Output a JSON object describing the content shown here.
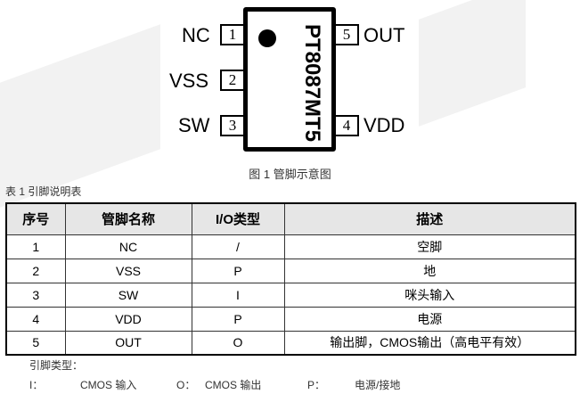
{
  "diagram": {
    "part_number": "PT8087MT5",
    "left_pins": [
      {
        "num": "1",
        "name": "NC"
      },
      {
        "num": "2",
        "name": "VSS"
      },
      {
        "num": "3",
        "name": "SW"
      }
    ],
    "right_pins": [
      {
        "num": "5",
        "name": "OUT"
      },
      {
        "num": "4",
        "name": "VDD"
      }
    ],
    "caption": "图 1 管脚示意图"
  },
  "table": {
    "caption": "表 1 引脚说明表",
    "headers": [
      "序号",
      "管脚名称",
      "I/O类型",
      "描述"
    ],
    "rows": [
      [
        "1",
        "NC",
        "/",
        "空脚"
      ],
      [
        "2",
        "VSS",
        "P",
        "地"
      ],
      [
        "3",
        "SW",
        "I",
        "咪头输入"
      ],
      [
        "4",
        "VDD",
        "P",
        "电源"
      ],
      [
        "5",
        "OUT",
        "O",
        "输出脚，CMOS输出（高电平有效）"
      ]
    ]
  },
  "notes": {
    "title": "引脚类型：",
    "items": [
      {
        "k": "I：",
        "v": "CMOS 输入"
      },
      {
        "k": "O：",
        "v": "CMOS 输出"
      },
      {
        "k": "P：",
        "v": "电源/接地"
      }
    ]
  }
}
